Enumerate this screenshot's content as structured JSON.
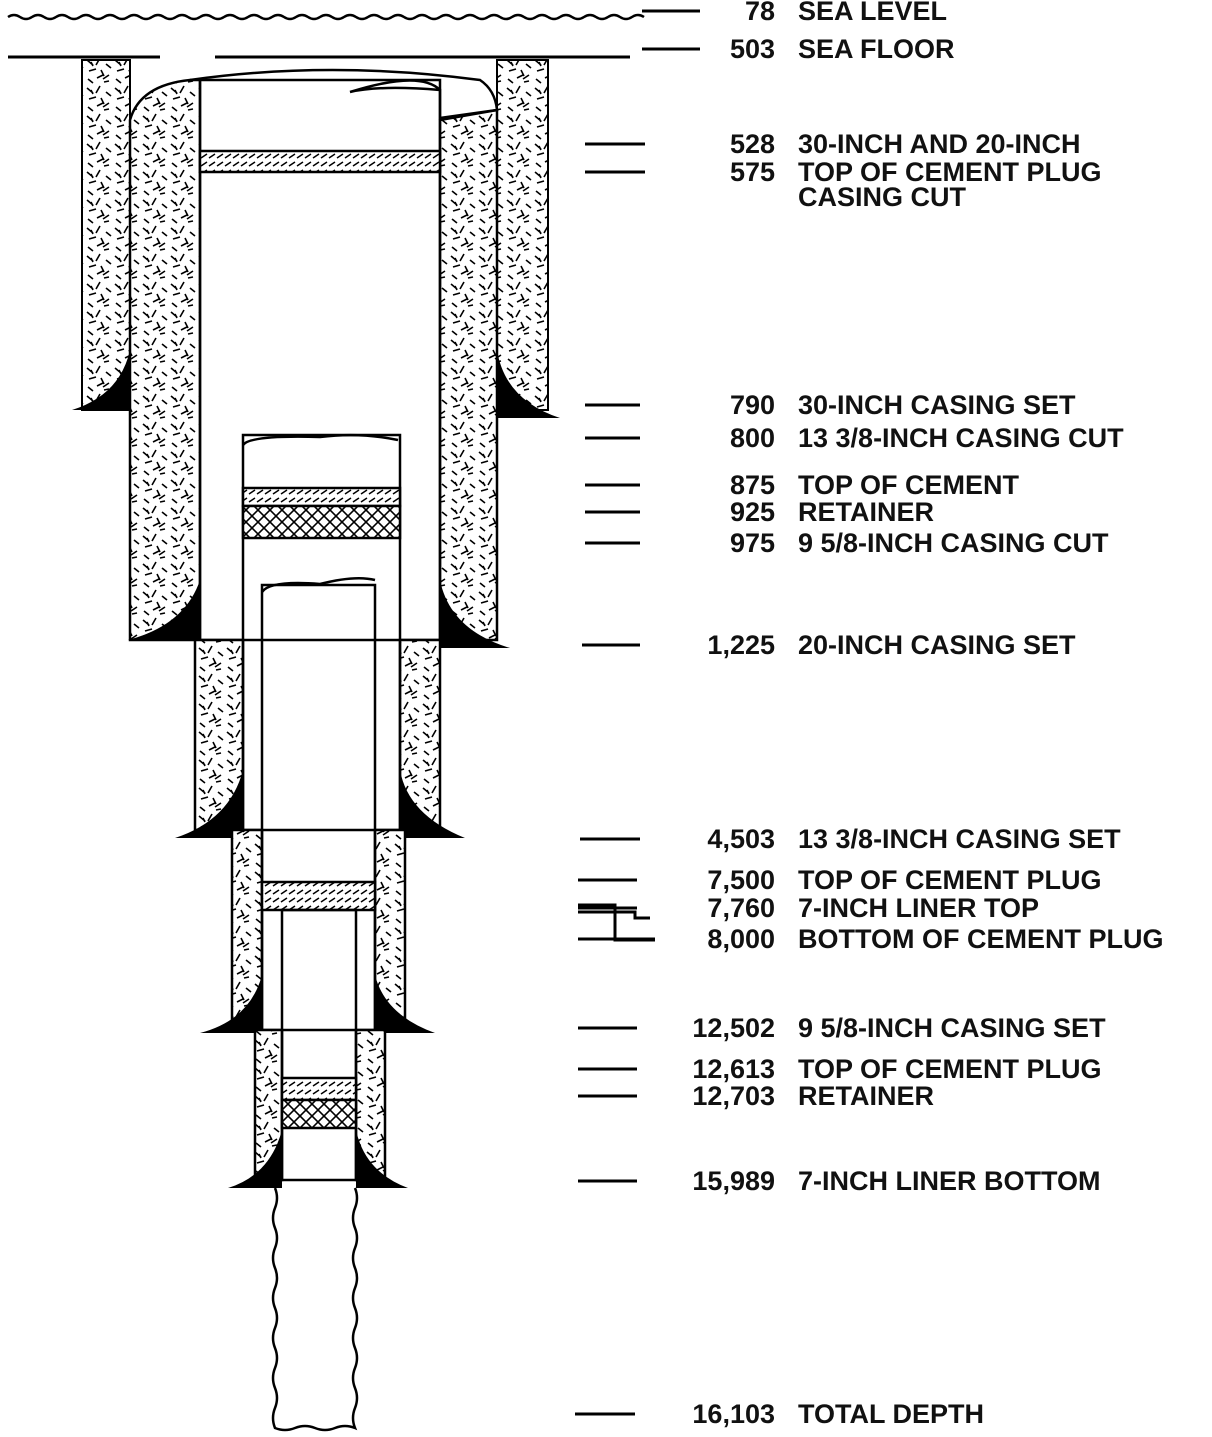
{
  "depth_markers": [
    {
      "depth": "78",
      "lines": [
        "SEA LEVEL"
      ]
    },
    {
      "depth": "503",
      "lines": [
        "SEA FLOOR"
      ]
    },
    {
      "depth": "528",
      "lines": [
        "30-INCH AND 20-INCH"
      ]
    },
    {
      "depth": "575",
      "lines": [
        "TOP OF CEMENT PLUG",
        "CASING CUT"
      ]
    },
    {
      "depth": "790",
      "lines": [
        "30-INCH CASING SET"
      ]
    },
    {
      "depth": "800",
      "lines": [
        "13 3/8-INCH CASING CUT"
      ]
    },
    {
      "depth": "875",
      "lines": [
        "TOP OF CEMENT"
      ]
    },
    {
      "depth": "925",
      "lines": [
        "RETAINER"
      ]
    },
    {
      "depth": "975",
      "lines": [
        "9 5/8-INCH CASING CUT"
      ]
    },
    {
      "depth": "1,225",
      "lines": [
        "20-INCH CASING SET"
      ]
    },
    {
      "depth": "4,503",
      "lines": [
        "13 3/8-INCH CASING SET"
      ]
    },
    {
      "depth": "7,500",
      "lines": [
        "TOP OF CEMENT PLUG"
      ]
    },
    {
      "depth": "7,760",
      "lines": [
        "7-INCH LINER TOP"
      ]
    },
    {
      "depth": "8,000",
      "lines": [
        "BOTTOM OF CEMENT PLUG"
      ]
    },
    {
      "depth": "12,502",
      "lines": [
        "9 5/8-INCH CASING SET"
      ]
    },
    {
      "depth": "12,613",
      "lines": [
        "TOP OF CEMENT PLUG"
      ]
    },
    {
      "depth": "12,703",
      "lines": [
        "RETAINER"
      ]
    },
    {
      "depth": "15,989",
      "lines": [
        "7-INCH LINER BOTTOM"
      ]
    },
    {
      "depth": "16,103",
      "lines": [
        "TOTAL DEPTH"
      ]
    }
  ]
}
